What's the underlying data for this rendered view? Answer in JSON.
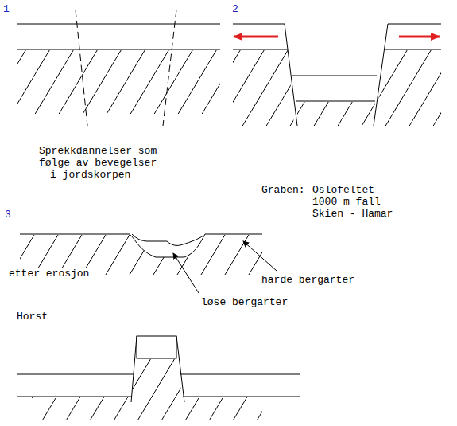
{
  "diagram": {
    "labels": [
      "1",
      "2",
      "3",
      "Sprekkdannelser som",
      "følge av bevegelser",
      "i jordskorpen",
      "Graben:",
      "Oslofeltet",
      "1000 m fall",
      "Skien - Hamar",
      "etter erosjon",
      "harde bergarter",
      "løse bergarter",
      "Horst"
    ]
  }
}
